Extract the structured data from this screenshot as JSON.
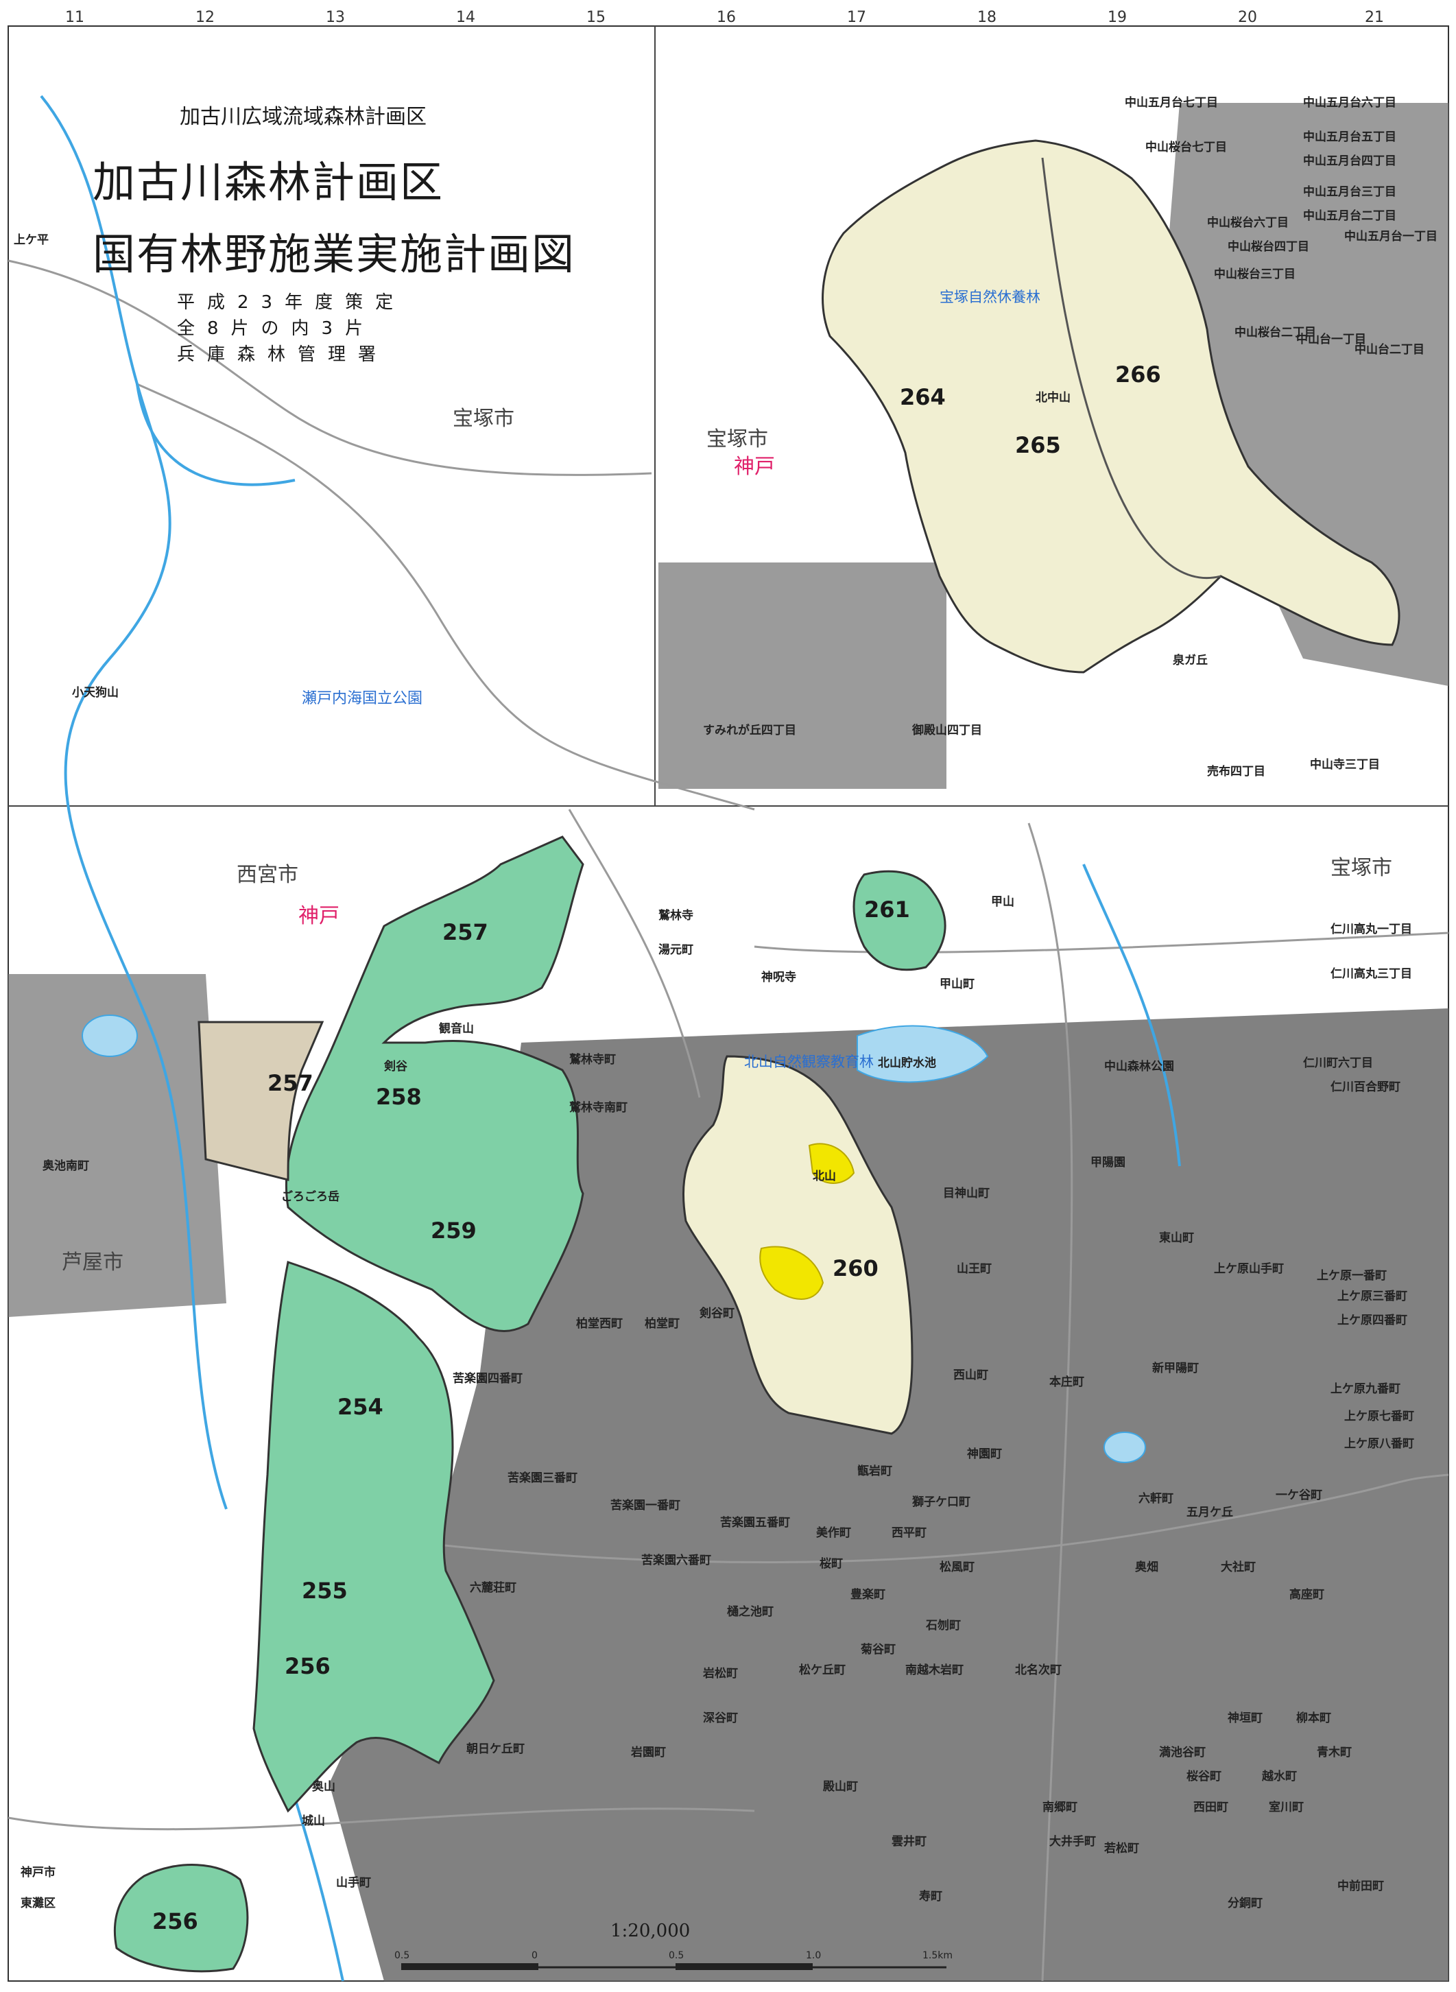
{
  "header": {
    "subtitle": "加古川広域流域森林計画区",
    "title_line1": "加古川森林計画区",
    "title_line2": "国有林野施業実施計画図",
    "notes": [
      "平成23年度策定",
      "全8片の内3片",
      "兵庫森林管理署"
    ]
  },
  "scale": {
    "label": "1:20,000",
    "ticks": [
      "0.5",
      "0",
      "0.5",
      "1.0",
      "1.5km"
    ]
  },
  "grid_columns": [
    "11",
    "12",
    "13",
    "14",
    "15",
    "16",
    "17",
    "18",
    "19",
    "20",
    "21"
  ],
  "districts": [
    "宝塚市",
    "宝塚市",
    "西宮市",
    "芦屋市",
    "宝塚市"
  ],
  "kanbe_labels": [
    "神戸",
    "神戸"
  ],
  "place_names": [
    "小天狗山",
    "鷲林寺町",
    "鷲林寺南町",
    "湯元町",
    "甲山",
    "甲山町",
    "甲陽園",
    "目神山町",
    "東山町",
    "剣谷町",
    "柏堂西町",
    "柏堂町",
    "苦楽園四番町",
    "苦楽園三番町",
    "苦楽園一番町",
    "苦楽園五番町",
    "苦楽園六番町",
    "六麓荘町",
    "山王町",
    "西山町",
    "本庄町",
    "神園町",
    "甑岩町",
    "獅子ケ口町",
    "美作町",
    "西平町",
    "桜町",
    "松風町",
    "豊楽町",
    "石刎町",
    "樋之池町",
    "菊谷町",
    "松ケ丘町",
    "南越木岩町",
    "岩松町",
    "深谷町",
    "岩園町",
    "朝日ケ丘町",
    "山手町",
    "殿山町",
    "雲井町",
    "寿町",
    "奥池南町",
    "奥山",
    "城山",
    "奥畑",
    "北名次町",
    "大社町",
    "高座町",
    "神垣町",
    "柳本町",
    "満池谷町",
    "桜谷町",
    "越水町",
    "青木町",
    "室川町",
    "西田町",
    "若松町",
    "分銅町",
    "中前田町",
    "南郷町",
    "大井手町",
    "上ケ原山手町",
    "上ケ原一番町",
    "上ケ原三番町",
    "上ケ原四番町",
    "上ケ原九番町",
    "上ケ原七番町",
    "上ケ原八番町",
    "新甲陽町",
    "六軒町",
    "五月ケ丘",
    "一ケ谷町",
    "仁川町六丁目",
    "仁川百合野町",
    "仁川高丸一丁目",
    "仁川高丸三丁目",
    "泉ガ丘",
    "売布四丁目",
    "中山寺三丁目",
    "すみれが丘四丁目",
    "御殿山四丁目",
    "中山五月台七丁目",
    "中山五月台六丁目",
    "中山五月台五丁目",
    "中山五月台四丁目",
    "中山五月台三丁目",
    "中山五月台二丁目",
    "中山五月台一丁目",
    "中山桜台七丁目",
    "中山桜台六丁目",
    "中山桜台四丁目",
    "中山桜台三丁目",
    "中山桜台二丁目",
    "中山台一丁目",
    "中山台二丁目",
    "北中山",
    "剣谷",
    "鷲林寺",
    "神呪寺",
    "観音山",
    "ごろごろ岳",
    "北山",
    "北山貯水池",
    "中山森林公園",
    "上ケ平",
    "東灘区",
    "神戸市"
  ],
  "park_name": "瀬戸内海国立公園",
  "forest_names": [
    "宝塚自然休養林",
    "北山自然観察教育林"
  ],
  "compartments": [
    {
      "id": "257",
      "color": "#7fd0a6"
    },
    {
      "id": "257",
      "color": "#d9cfb8"
    },
    {
      "id": "258",
      "color": "#7fd0a6"
    },
    {
      "id": "259",
      "color": "#7fd0a6"
    },
    {
      "id": "254",
      "color": "#7fd0a6"
    },
    {
      "id": "255",
      "color": "#7fd0a6"
    },
    {
      "id": "256",
      "color": "#7fd0a6"
    },
    {
      "id": "256",
      "color": "#7fd0a6"
    },
    {
      "id": "260",
      "color": "#f1efd2"
    },
    {
      "id": "261",
      "color": "#7fd0a6"
    },
    {
      "id": "264",
      "color": "#f1efd2"
    },
    {
      "id": "265",
      "color": "#f1efd2"
    },
    {
      "id": "266",
      "color": "#f1efd2"
    }
  ],
  "colors": {
    "forest_green": "#7fd0a6",
    "forest_tan": "#d9cfb8",
    "forest_cream": "#f1efd2",
    "highlight_yellow": "#f2e600",
    "water": "#a9d9f2",
    "river": "#3fa6e3",
    "road": "#7a7a7a",
    "urban": "#555555"
  }
}
